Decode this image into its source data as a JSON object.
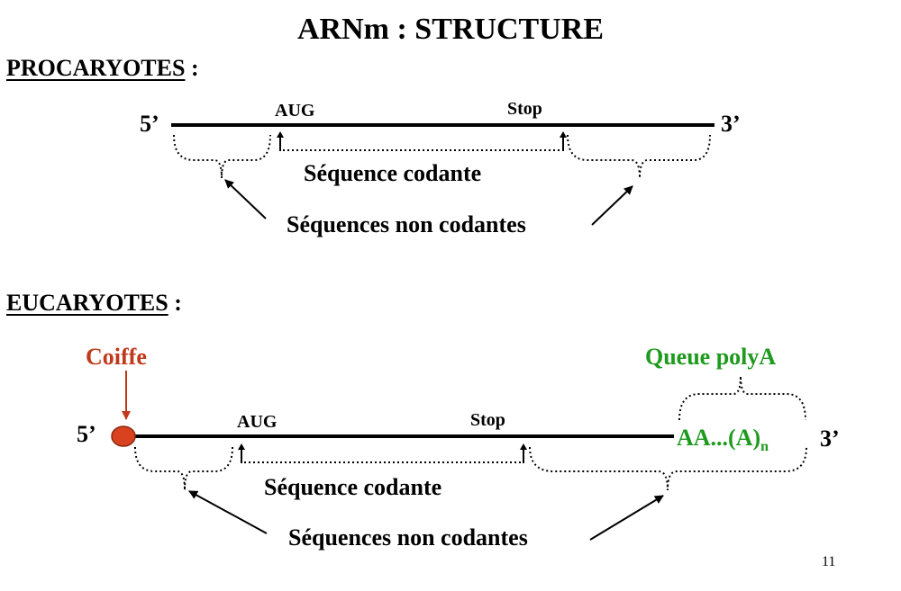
{
  "title": "ARNm : STRUCTURE",
  "prokaryotes": {
    "heading": "PROCARYOTES",
    "colon": " :",
    "five_prime": "5’",
    "three_prime": "3’",
    "start_codon": "AUG",
    "stop_codon": "Stop",
    "coding_label": "Séquence codante",
    "noncoding_label": "Séquences non codantes"
  },
  "eukaryotes": {
    "heading": "EUCARYOTES",
    "colon": " :",
    "five_prime": "5’",
    "three_prime": "3’",
    "cap_label": "Coiffe",
    "polya_label": "Queue polyA",
    "polya_seq": "AA...(A)",
    "polya_subscript": "n",
    "start_codon": "AUG",
    "stop_codon": "Stop",
    "coding_label": "Séquence codante",
    "noncoding_label": "Séquences non codantes"
  },
  "page_number": "11",
  "colors": {
    "text": "#000000",
    "cap": "#c0391b",
    "cap_fill": "#d8421e",
    "polya": "#1e9a1e"
  }
}
